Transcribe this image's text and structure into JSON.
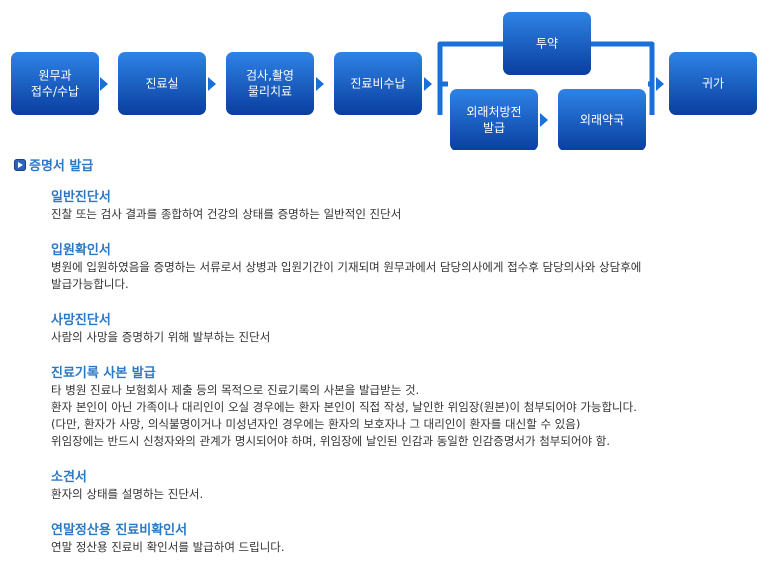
{
  "flow": {
    "nodes": [
      {
        "id": "reception",
        "lines": [
          "원무과",
          "접수/수납"
        ]
      },
      {
        "id": "clinic",
        "lines": [
          "진료실"
        ]
      },
      {
        "id": "exam",
        "lines": [
          "검사,촬영",
          "물리치료"
        ]
      },
      {
        "id": "payment",
        "lines": [
          "진료비수납"
        ]
      },
      {
        "id": "medication",
        "lines": [
          "투약"
        ]
      },
      {
        "id": "outpatient-rx",
        "lines": [
          "외래처방전",
          "발급"
        ]
      },
      {
        "id": "pharmacy",
        "lines": [
          "외래약국"
        ]
      },
      {
        "id": "home",
        "lines": [
          "귀가"
        ]
      }
    ],
    "colors": {
      "box_top": "#2f83e6",
      "box_bottom": "#0a3e9f",
      "connector": "#1a6fd8"
    }
  },
  "section_title": "증명서 발급",
  "items": [
    {
      "title": "일반진단서",
      "lines": [
        "진찰 또는 검사 결과를 종합하여 건강의 상태를 증명하는 일반적인 진단서"
      ]
    },
    {
      "title": "입원확인서",
      "lines": [
        "병원에 입원하였음을 증명하는 서류로서 상병과 입원기간이 기재되며 원무과에서 담당의사에게 접수후 담당의사와 상담후에",
        "발급가능합니다."
      ]
    },
    {
      "title": "사망진단서",
      "lines": [
        "사람의 사망을 증명하기 위해 발부하는 진단서"
      ]
    },
    {
      "title": "진료기록 사본 발급",
      "lines": [
        "타 병원 진료나 보험회사 제출 등의 목적으로 진료기록의 사본을 발급받는 것.",
        "환자 본인이 아닌 가족이나 대리인이 오실 경우에는 환자 본인이 직접 작성, 날인한 위임장(원본)이 첨부되어야 가능합니다.",
        "(다만, 환자가 사망, 의식불명이거나 미성년자인 경우에는 환자의 보호자나 그 대리인이 환자를 대신할 수 있음)",
        "위임장에는 반드시 신청자와의 관계가 명시되어야 하며, 위임장에 날인된 인감과 동일한 인감증명서가 첨부되어야 함."
      ]
    },
    {
      "title": "소견서",
      "lines": [
        "환자의 상태를 설명하는 진단서."
      ]
    },
    {
      "title": "연말정산용 진료비확인서",
      "lines": [
        "연말 정산용 진료비 확인서를 발급하여 드립니다."
      ]
    }
  ]
}
